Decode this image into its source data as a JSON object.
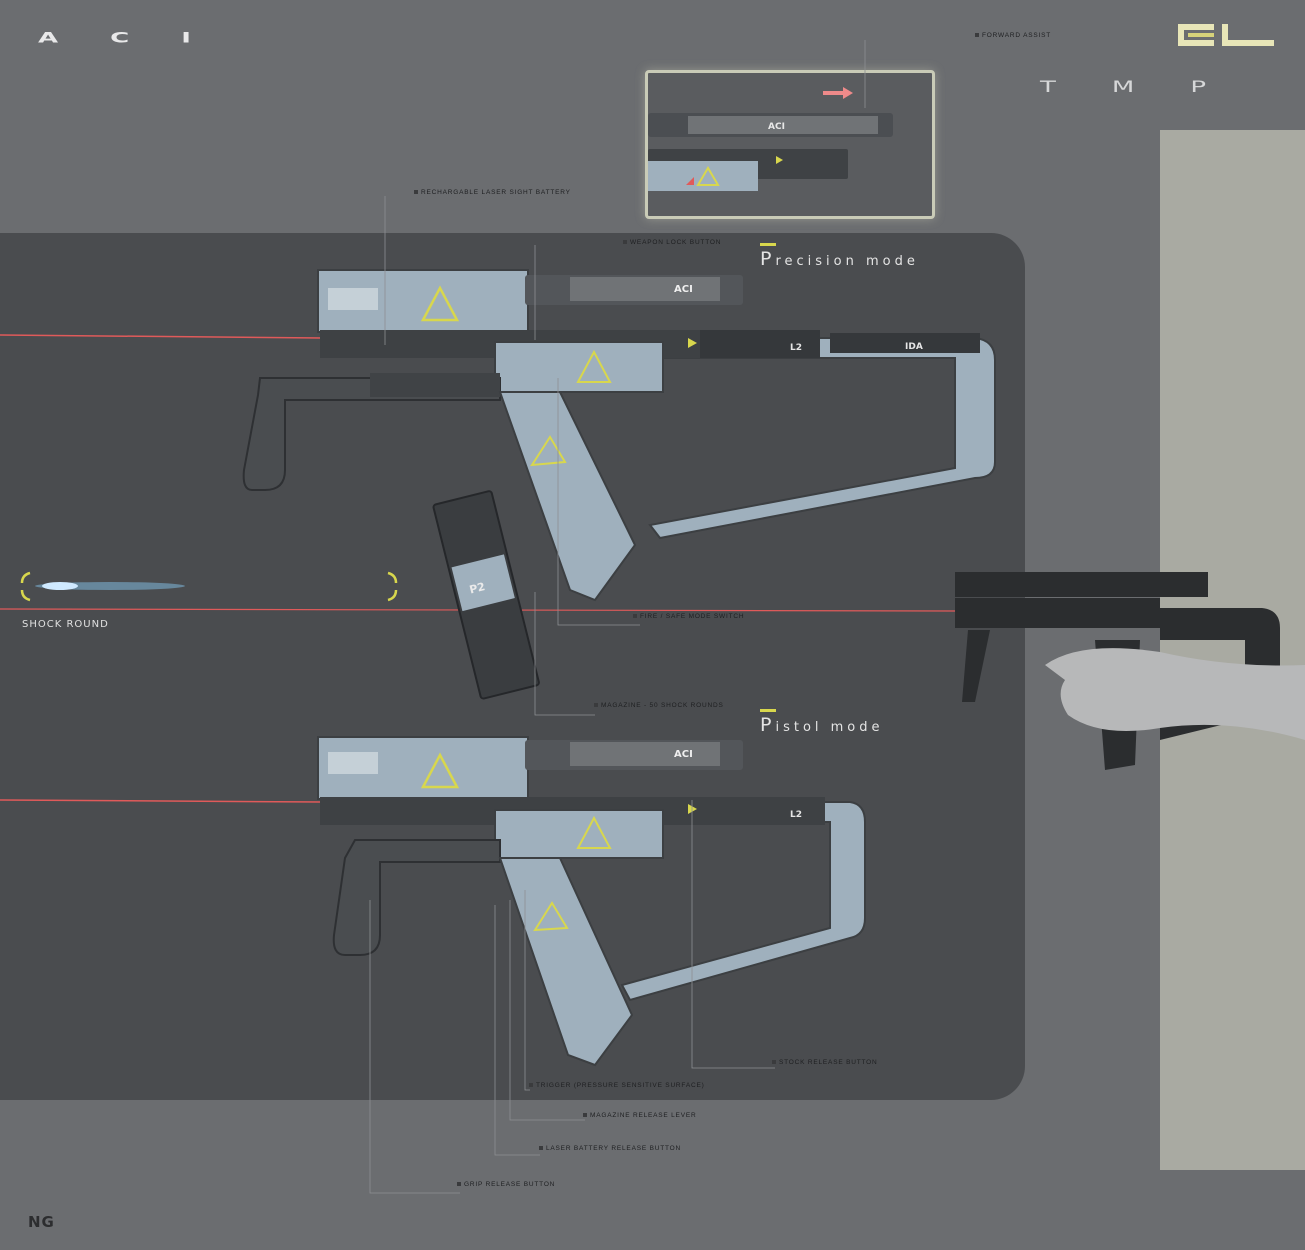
{
  "header": {
    "brand": "ACI",
    "product": "TMP"
  },
  "modes": {
    "precision": {
      "initial": "P",
      "rest": "recision mode"
    },
    "pistol": {
      "initial": "P",
      "rest": "istol mode"
    }
  },
  "weapon_markings": {
    "aci": "ACI",
    "l2": "L2",
    "ida": "IDA",
    "mag_code": "P2"
  },
  "callouts": {
    "forward_assist": "FORWARD ASSIST",
    "laser_battery": "RECHARGABLE LASER SIGHT BATTERY",
    "weapon_lock": "WEAPON LOCK BUTTON",
    "fire_safe": "FIRE / SAFE MODE SWITCH",
    "magazine": "MAGAZINE - 50 SHOCK ROUNDS",
    "stock_release": "STOCK RELEASE BUTTON",
    "trigger": "TRIGGER (PRESSURE SENSITIVE SURFACE)",
    "mag_release": "MAGAZINE RELEASE LEVER",
    "laser_battery_release": "LASER BATTERY RELEASE BUTTON",
    "grip_release": "GRIP RELEASE BUTTON"
  },
  "shock_round": {
    "label": "SHOCK ROUND"
  },
  "footer": {
    "signature": "NG"
  },
  "colors": {
    "background": "#6b6d70",
    "panel": "#4a4c4f",
    "sidebar": "#a9aaa2",
    "body_blue": "#9fb0bd",
    "accent_yellow": "#d8d74d",
    "laser": "#e05a5a",
    "arrow": "#ee8a8a"
  }
}
